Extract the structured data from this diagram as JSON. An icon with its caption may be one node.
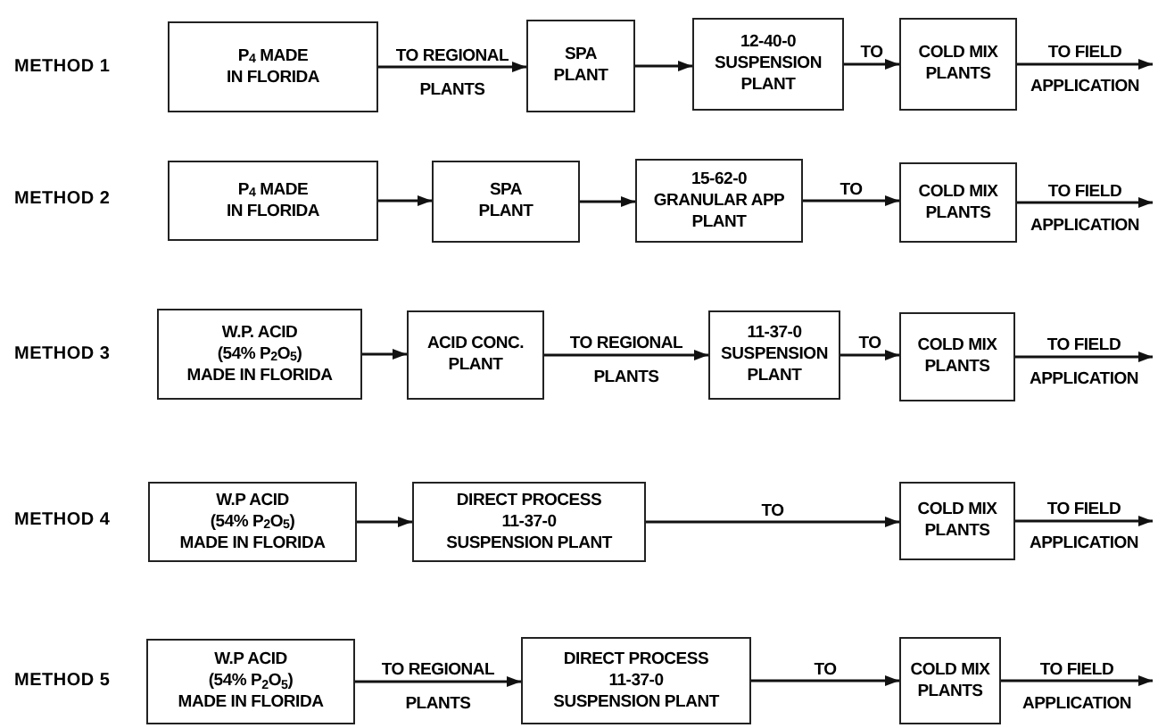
{
  "diagram": {
    "nodes": [
      {
        "text": [
          "P$_{4}$ MADE",
          "IN FLORIDA"
        ]
      },
      {
        "text": [
          "SPA",
          "PLANT"
        ]
      },
      {
        "text": [
          "12-40-0",
          "SUSPENSION",
          "PLANT"
        ]
      },
      {
        "text": [
          "COLD MIX",
          "PLANTS"
        ]
      },
      {
        "text": [
          "P$_{4}$ MADE",
          "IN FLORIDA"
        ]
      },
      {
        "text": [
          "SPA",
          "PLANT"
        ]
      },
      {
        "text": [
          "15-62-0",
          "GRANULAR APP",
          "PLANT"
        ]
      },
      {
        "text": [
          "COLD MIX",
          "PLANTS"
        ]
      },
      {
        "text": [
          "W.P. ACID",
          "(54% P$_{2}$O$_{5}$)",
          "MADE IN FLORIDA"
        ]
      },
      {
        "text": [
          "ACID CONC.",
          "PLANT"
        ]
      },
      {
        "text": [
          "11-37-0",
          "SUSPENSION",
          "PLANT"
        ]
      },
      {
        "text": [
          "COLD MIX",
          "PLANTS"
        ]
      },
      {
        "text": [
          "W.P ACID",
          "(54% P$_{2}$O$_{5}$)",
          "MADE IN FLORIDA"
        ]
      },
      {
        "text": [
          "DIRECT PROCESS",
          "11-37-0",
          "SUSPENSION PLANT"
        ]
      },
      {
        "text": [
          "COLD MIX",
          "PLANTS"
        ]
      },
      {
        "text": [
          "W.P ACID",
          "(54% P$_{2}$O$_{5}$)",
          "MADE IN FLORIDA"
        ]
      },
      {
        "text": [
          "DIRECT PROCESS",
          "11-37-0",
          "SUSPENSION PLANT"
        ]
      },
      {
        "text": [
          "COLD MIX",
          "PLANTS"
        ]
      }
    ],
    "edges": [
      {
        "from": 0,
        "to": 1,
        "arrow": "to",
        "label": "TO REGIONAL PLANTS"
      },
      {
        "from": 1,
        "to": 2,
        "arrow": "to"
      },
      {
        "from": 2,
        "to": 3,
        "arrow": "to",
        "label": "TO"
      },
      {
        "from": 3,
        "to": null,
        "arrow": "to",
        "label": "TO FIELD APPLICATION"
      },
      {
        "from": 4,
        "to": 5,
        "arrow": "to"
      },
      {
        "from": 5,
        "to": 6,
        "arrow": "to"
      },
      {
        "from": 6,
        "to": 7,
        "arrow": "to",
        "label": "TO"
      },
      {
        "from": 7,
        "to": null,
        "arrow": "to",
        "label": "TO FIELD APPLICATION"
      },
      {
        "from": 8,
        "to": 9,
        "arrow": "to"
      },
      {
        "from": 9,
        "to": 10,
        "arrow": "to",
        "label": "TO REGIONAL PLANTS"
      },
      {
        "from": 10,
        "to": 11,
        "arrow": "to",
        "label": "TO"
      },
      {
        "from": 11,
        "to": null,
        "arrow": "to",
        "label": "TO FIELD APPLICATION"
      },
      {
        "from": 12,
        "to": 13,
        "arrow": "to"
      },
      {
        "from": 13,
        "to": 14,
        "arrow": "to",
        "label": "TO"
      },
      {
        "from": 14,
        "to": null,
        "arrow": "to",
        "label": "TO FIELD APPLICATION"
      },
      {
        "from": 15,
        "to": 16,
        "arrow": "to",
        "label": "TO REGIONAL PLANTS"
      },
      {
        "from": 16,
        "to": 17,
        "arrow": "to",
        "label": "TO"
      },
      {
        "from": 17,
        "to": null,
        "arrow": "to",
        "label": "TO FIELD APPLICATION"
      }
    ],
    "labels": [
      "METHOD 1",
      "METHOD 2",
      "METHOD 3",
      "METHOD 4",
      "METHOD 5"
    ]
  }
}
